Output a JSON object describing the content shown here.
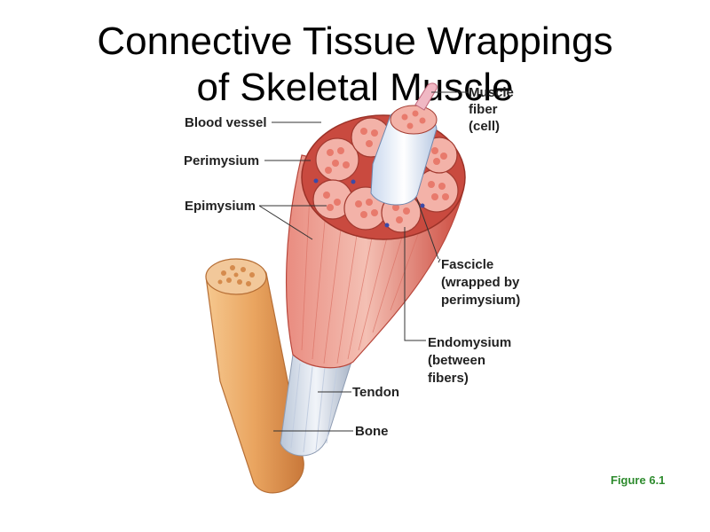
{
  "title": {
    "line1": "Connective Tissue Wrappings",
    "line2": "of Skeletal Muscle"
  },
  "labels": {
    "blood_vessel": "Blood vessel",
    "perimysium": "Perimysium",
    "epimysium": "Epimysium",
    "muscle_fiber": [
      "Muscle",
      "fiber",
      "(cell)"
    ],
    "fascicle": [
      "Fascicle",
      "(wrapped by",
      "perimysium)"
    ],
    "endomysium": [
      "Endomysium",
      "(between",
      "fibers)"
    ],
    "tendon": "Tendon",
    "bone": "Bone"
  },
  "figure_ref": "Figure 6.1",
  "colors": {
    "muscle_red": "#d9574a",
    "fascicle_light": "#f3b2a8",
    "bone": "#e9a45f",
    "tendon": "#dfe6f0",
    "label_green": "#2e8b2e"
  }
}
